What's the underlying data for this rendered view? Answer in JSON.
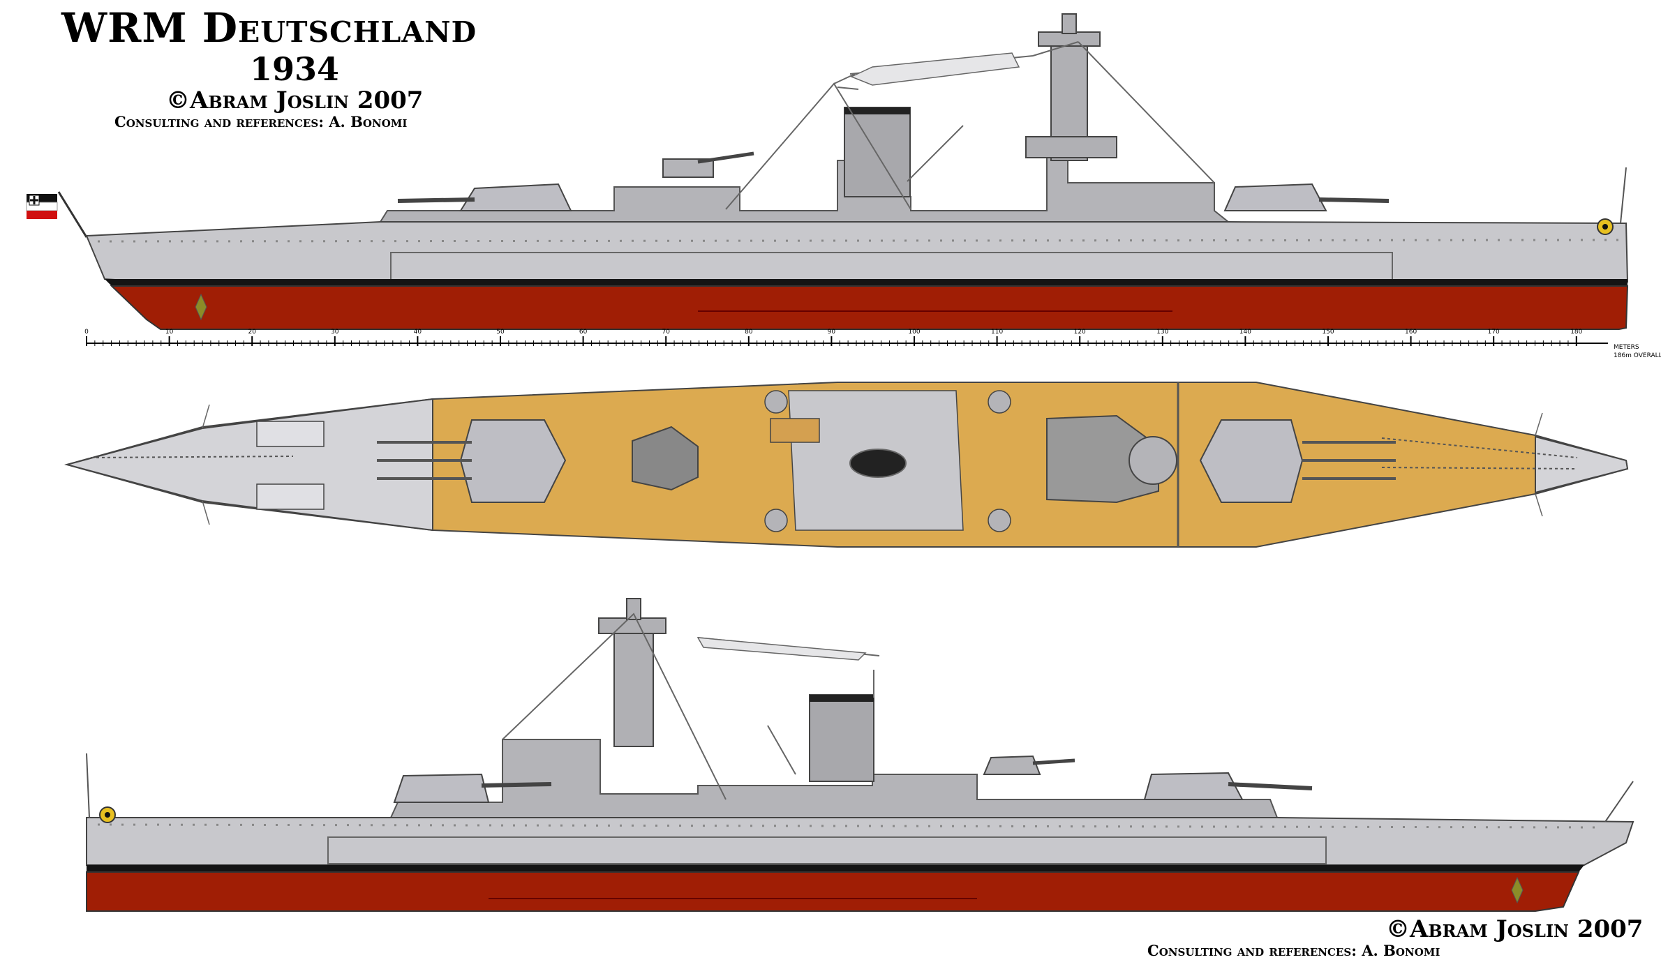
{
  "header": {
    "title": "WRM Deutschland",
    "year": "1934",
    "copyright": "©Abram Joslin 2007",
    "consulting": "Consulting and references: A. Bonomi"
  },
  "footer": {
    "copyright": "©Abram Joslin 2007",
    "consulting": "Consulting and references: A. Bonomi"
  },
  "scale": {
    "ticks": [
      "0",
      "10",
      "20",
      "30",
      "40",
      "50",
      "60",
      "70",
      "80",
      "90",
      "100",
      "110",
      "120",
      "130",
      "140",
      "150",
      "160",
      "170",
      "180"
    ],
    "unit_label": "METERS",
    "overall_label": "186m OVERALL"
  },
  "colors": {
    "hull_grey": "#c8c8cc",
    "superstructure_grey": "#b4b4b8",
    "antifouling_red": "#a01e05",
    "boot_top_black": "#141414",
    "deck_wood": "#dcaa50",
    "turret_grey": "#bebec4",
    "propeller_olive": "#8c8c28"
  },
  "icons": {
    "flag": "war-ensign-icon",
    "crest": "eagle-crest-icon",
    "propeller": "propeller-icon"
  }
}
